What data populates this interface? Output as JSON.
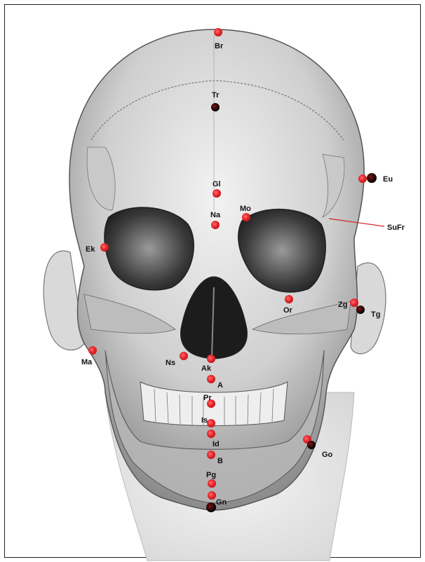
{
  "figure": {
    "description_colors": {
      "landmark_red": "#e8262c",
      "landmark_black": "#1a0a0a",
      "leader_line": "#d42020"
    }
  },
  "landmarks": [
    {
      "id": "br",
      "label": "Br"
    },
    {
      "id": "tr",
      "label": "Tr"
    },
    {
      "id": "eu",
      "label": "Eu"
    },
    {
      "id": "gl",
      "label": "Gl"
    },
    {
      "id": "na",
      "label": "Na"
    },
    {
      "id": "mo",
      "label": "Mo"
    },
    {
      "id": "sufr",
      "label": "SuFr"
    },
    {
      "id": "ek",
      "label": "Ek"
    },
    {
      "id": "or",
      "label": "Or"
    },
    {
      "id": "zg",
      "label": "Zg"
    },
    {
      "id": "tg",
      "label": "Tg"
    },
    {
      "id": "ma",
      "label": "Ma"
    },
    {
      "id": "ns",
      "label": "Ns"
    },
    {
      "id": "ak",
      "label": "Ak"
    },
    {
      "id": "a",
      "label": "A"
    },
    {
      "id": "pr",
      "label": "Pr"
    },
    {
      "id": "is",
      "label": "Is"
    },
    {
      "id": "id",
      "label": "Id"
    },
    {
      "id": "go",
      "label": "Go"
    },
    {
      "id": "b",
      "label": "B"
    },
    {
      "id": "pg",
      "label": "Pg"
    },
    {
      "id": "gn",
      "label": "Gn"
    }
  ]
}
